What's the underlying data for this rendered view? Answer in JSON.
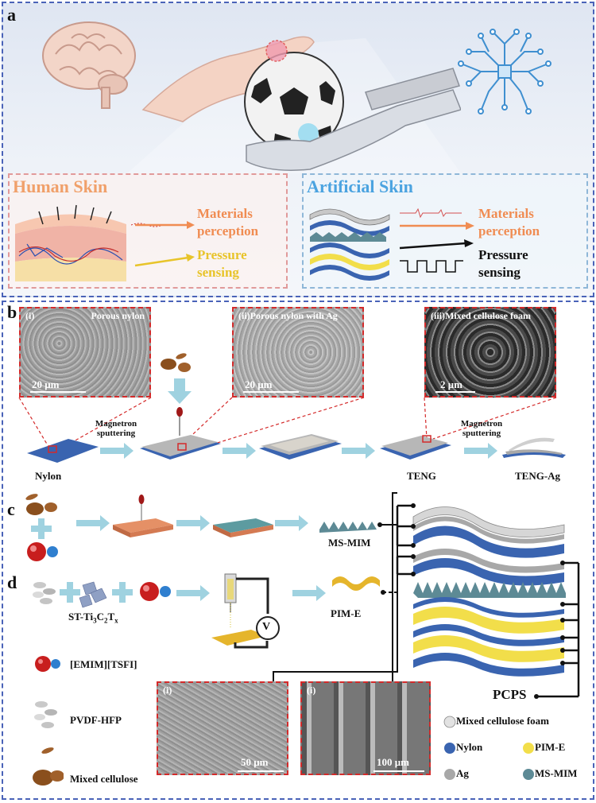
{
  "panels": {
    "a": "a",
    "b": "b",
    "c": "c",
    "d": "d"
  },
  "human_skin": {
    "title": "Human Skin",
    "perception": "Materials perception",
    "pressure": "Pressure sensing"
  },
  "artificial_skin": {
    "title": "Artificial Skin",
    "perception": "Materials perception",
    "pressure": "Pressure sensing"
  },
  "sem_i": {
    "index": "(i)",
    "title": "Porous nylon",
    "scale": "20 μm"
  },
  "sem_ii": {
    "index": "(ii)",
    "title": "Porous nylon with Ag",
    "scale": "20 μm"
  },
  "sem_iii": {
    "index": "(iii)",
    "title": "Mixed cellulose foam",
    "scale": "2 μm"
  },
  "sem_bottom_left": {
    "index": "(i)",
    "scale": "50 μm"
  },
  "sem_bottom_right": {
    "index": "(i)",
    "scale": "100 μm"
  },
  "process_b": {
    "sputter1": "Magnetron sputtering",
    "sputter2": "Magnetron sputtering",
    "nylon": "Nylon",
    "teng": "TENG",
    "teng_ag": "TENG-Ag"
  },
  "process_c": {
    "ms_mim": "MS-MIM"
  },
  "process_d": {
    "st": "ST-Ti3C2Tx",
    "pim_e": "PIM-E",
    "v": "V"
  },
  "stack": {
    "pcps": "PCPS"
  },
  "materials_legend": [
    {
      "name": "[EMIM][TSFI]"
    },
    {
      "name": "PVDF-HFP"
    },
    {
      "name": "Mixed cellulose"
    }
  ],
  "layers_legend": [
    {
      "name": "Mixed cellulose foam",
      "color": "#b8b8b8"
    },
    {
      "name": "Nylon",
      "color": "#3a64b0"
    },
    {
      "name": "PIM-E",
      "color": "#f2de4a"
    },
    {
      "name": "Ag",
      "color": "#a8a8a8"
    },
    {
      "name": "MS-MIM",
      "color": "#5d8a95"
    }
  ]
}
